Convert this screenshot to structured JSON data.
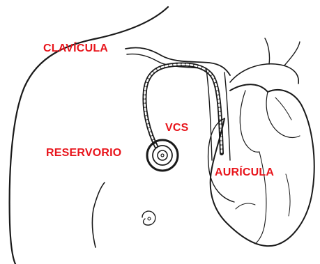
{
  "labels": {
    "clavicle": "CLAVÍCULA",
    "svc": "VCS",
    "reservoir": "RESERVORIO",
    "atrium": "AURÍCULA"
  },
  "colors": {
    "label": "#e8141b",
    "line": "#1a1a1a",
    "background": "#ffffff"
  }
}
